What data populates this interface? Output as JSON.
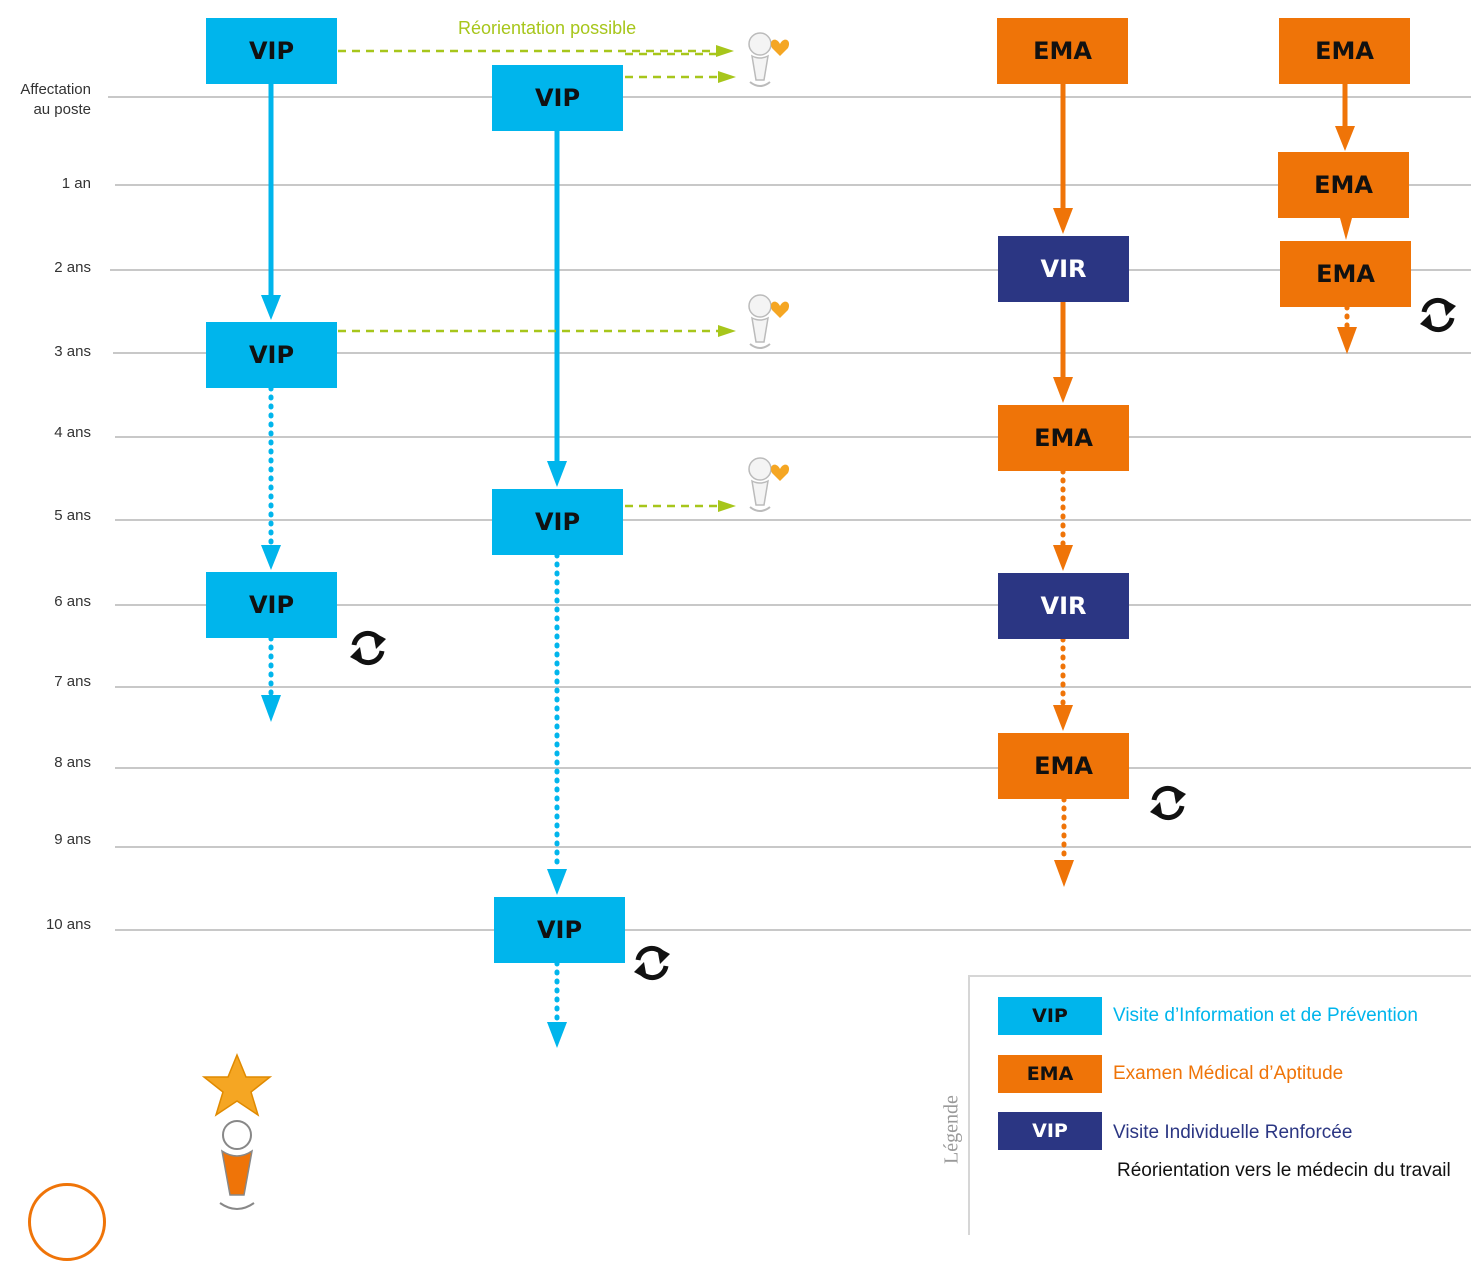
{
  "colors": {
    "vip": "#00b5ec",
    "ema": "#ef7408",
    "vir": "#2b3683",
    "reorientation": "#a7c61b",
    "timeline": "#c8c8c8"
  },
  "timeline_labels": [
    "Affectation au poste",
    "1 an",
    "2 ans",
    "3 ans",
    "4 ans",
    "5 ans",
    "6 ans",
    "7 ans",
    "8 ans",
    "9 ans",
    "10 ans"
  ],
  "top_label": "Réorientation possible",
  "boxes": {
    "vip": "VIP",
    "ema": "EMA",
    "vir": "VIR"
  },
  "legend": {
    "title": "Légende",
    "items": [
      {
        "swatch": "VIP",
        "text": "Visite d’Information et de Prévention",
        "color": "#00b5ec"
      },
      {
        "swatch": "EMA",
        "text": "Examen Médical d’Aptitude",
        "color": "#ef7408"
      },
      {
        "swatch": "VIP",
        "text": "Visite Individuelle Renforcée",
        "color": "#2b3683"
      }
    ],
    "reorientation_text": "Réorientation vers le médecin du travail"
  },
  "icons": {
    "cycle": "refresh-cycle-icon",
    "doctor": "doctor-heart-icon",
    "mascot": "star-person-icon"
  }
}
